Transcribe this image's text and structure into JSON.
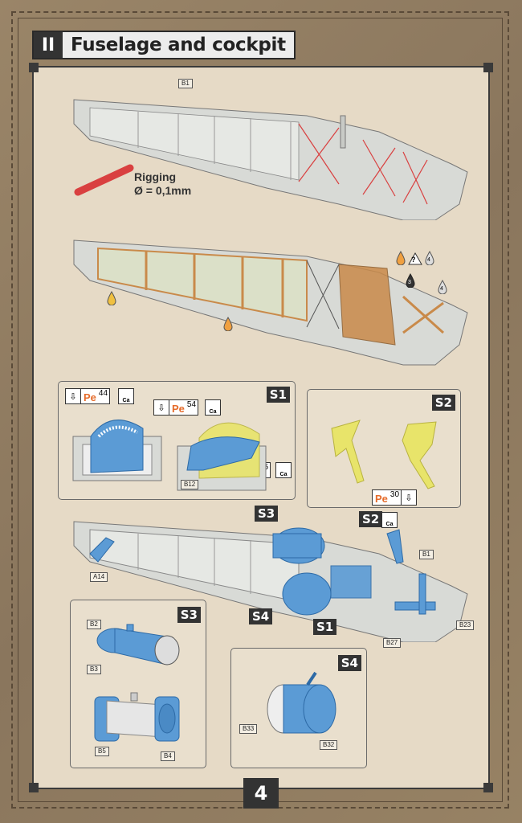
{
  "header": {
    "step_number": "II",
    "title": "Fuselage and cockpit"
  },
  "rigging": {
    "label": "Rigging",
    "diameter": "Ø = 0,1mm"
  },
  "parts": {
    "b1_top": "B1",
    "b1_bottom": "B1",
    "a14": "A14",
    "b12": "B12",
    "b23": "B23",
    "b27": "B27",
    "b2": "B2",
    "b3": "B3",
    "b5": "B5",
    "b4": "B4",
    "b33": "B33",
    "b32": "B32"
  },
  "callouts": {
    "c1": "?",
    "c2": "4",
    "c3": "3",
    "c4": "4"
  },
  "subassemblies": {
    "s1": {
      "badge": "S1",
      "pe_a_label": "Pe",
      "pe_a_num": "44",
      "pe_b_label": "Pe",
      "pe_b_num": "54",
      "pe_c_label": "Pe",
      "pe_c_num": "55",
      "ca": "Ca"
    },
    "s2": {
      "badge": "S2",
      "pe_label": "Pe",
      "pe_num": "30"
    },
    "s3": {
      "badge": "S3"
    },
    "s4": {
      "badge": "S4"
    }
  },
  "assembly": {
    "s3_badge": "S3",
    "s2_badge": "S2",
    "s4_badge": "S4",
    "s1_badge": "S1",
    "ca": "Ca"
  },
  "page_number": "4",
  "colors": {
    "blue_part": "#5b9bd5",
    "yellow_part": "#e8e46a",
    "wood": "#c98a4a",
    "rigging_red": "#d94040",
    "grey_part": "#d8dad6"
  }
}
